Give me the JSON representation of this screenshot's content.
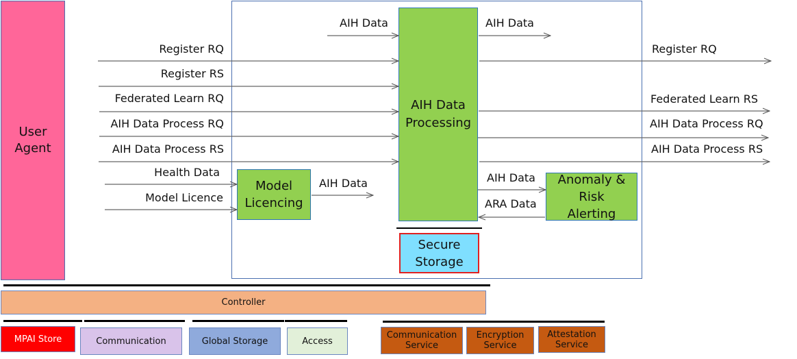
{
  "user_agent": {
    "label": "User Agent",
    "color": "#ff6699"
  },
  "main_container": {
    "border_color": "#4a6fb0"
  },
  "aih_processing": {
    "label": "AIH Data Processing",
    "color": "#92d050"
  },
  "model_licencing": {
    "label": "Model Licencing",
    "color": "#92d050"
  },
  "anomaly": {
    "label": "Anomaly & Risk Alerting",
    "color": "#92d050"
  },
  "secure_storage": {
    "label": "Secure Storage",
    "color": "#7fdfff",
    "border_color": "#e02020"
  },
  "inputs": [
    {
      "label": "Register RQ"
    },
    {
      "label": "Register RS"
    },
    {
      "label": "Federated Learn RQ"
    },
    {
      "label": "AIH Data Process RQ"
    },
    {
      "label": "AIH Data Process RS"
    }
  ],
  "outputs": [
    {
      "label": "Register RQ"
    },
    {
      "label": "Federated Learn RS"
    },
    {
      "label": "AIH Data Process RQ"
    },
    {
      "label": "AIH Data Process RS"
    }
  ],
  "licencing_inputs": [
    {
      "label": "Health Data"
    },
    {
      "label": "Model Licence"
    }
  ],
  "flows": {
    "aih_in_top": "AIH Data",
    "aih_out_top": "AIH Data",
    "licencing_out": "AIH Data",
    "to_anomaly": "AIH Data",
    "from_anomaly": "ARA Data"
  },
  "controller": {
    "label": "Controller",
    "color": "#f4b183"
  },
  "services": [
    {
      "label": "MPAI Store",
      "color": "#ff0000",
      "text_color": "#ffffff"
    },
    {
      "label": "Communication",
      "color": "#d9c3ea",
      "text_color": "#111111"
    },
    {
      "label": "Global Storage",
      "color": "#8faadc",
      "text_color": "#111111"
    },
    {
      "label": "Access",
      "color": "#e2f0d9",
      "text_color": "#111111"
    },
    {
      "label": "Communication Service",
      "color": "#c55a11",
      "text_color": "#111111"
    },
    {
      "label": "Encryption Service",
      "color": "#c55a11",
      "text_color": "#111111"
    },
    {
      "label": "Attestation Service",
      "color": "#c55a11",
      "text_color": "#111111"
    }
  ]
}
